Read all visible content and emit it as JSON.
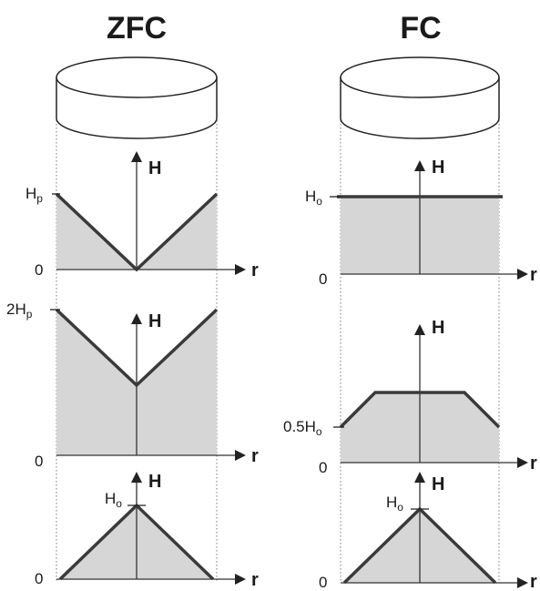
{
  "columns": [
    {
      "title": "ZFC",
      "panels": [
        {
          "profile": "V",
          "y_label": "H",
          "x_label": "r",
          "level_label": "H",
          "level_sub": "p",
          "zero_label": "0"
        },
        {
          "profile": "V-offset",
          "y_label": "H",
          "x_label": "r",
          "level_label": "2H",
          "level_sub": "p",
          "zero_label": "0"
        },
        {
          "profile": "peak",
          "y_label": "H",
          "x_label": "r",
          "level_label": "H",
          "level_sub": "o",
          "zero_label": "0"
        }
      ]
    },
    {
      "title": "FC",
      "panels": [
        {
          "profile": "flat",
          "y_label": "H",
          "x_label": "r",
          "level_label": "H",
          "level_sub": "o",
          "zero_label": "0"
        },
        {
          "profile": "trapezoid",
          "y_label": "H",
          "x_label": "r",
          "level_label": "0.5H",
          "level_sub": "o",
          "zero_label": "0"
        },
        {
          "profile": "peak",
          "y_label": "H",
          "x_label": "r",
          "level_label": "H",
          "level_sub": "o",
          "zero_label": "0"
        }
      ]
    }
  ],
  "colors": {
    "fill": "#d6d6d6",
    "line": "#3a3a3a"
  }
}
